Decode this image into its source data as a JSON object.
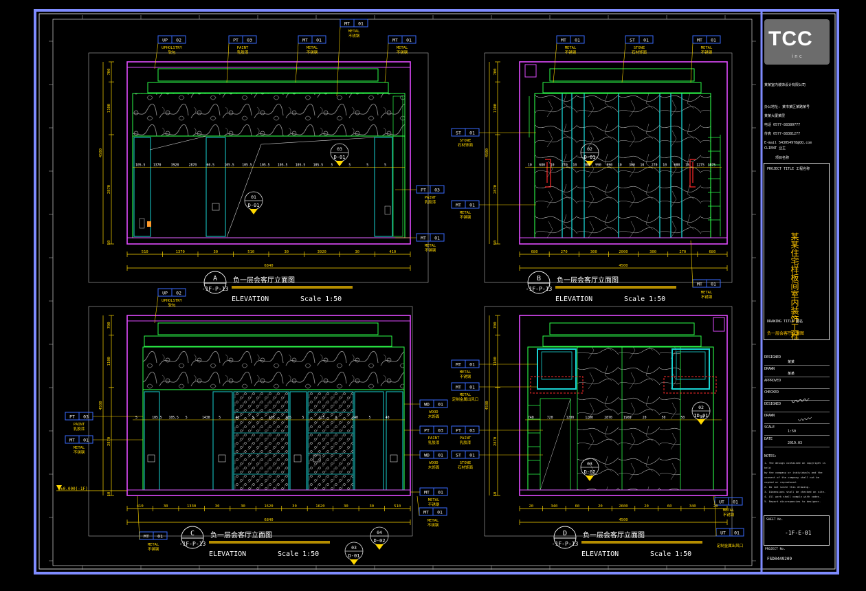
{
  "colors": {
    "background": "#000000",
    "outer_frame": "#7f8cff",
    "sheet_border": "#ffffff",
    "ceiling_magenta": "#e14bff",
    "panel_green": "#2cff4a",
    "panel_cyan": "#19d3d3",
    "dimension_yellow": "#ffd800",
    "tag_blue": "#3a6bff",
    "red_fixture": "#ff2a2a"
  },
  "logo": {
    "text": "TCC",
    "sub": "i  n  c"
  },
  "title_block": {
    "company_line": "某某室内装饰设计有限公司",
    "info_lines": [
      "办公地址: 某市某区某路某号",
      "某某大厦某层",
      "电话 0577-88380777",
      "传真 0577-88381277",
      "E-mail 543054978@QQ.com"
    ],
    "client_label": "CLIENT",
    "client_value": "业主",
    "client_sub": "项目名称",
    "project_title_label": "PROJECT TITLE",
    "project_title_sub": "工程名称",
    "project_name": "某某住宅样板间室内装饰工程",
    "drawing_title_label": "DRAWING TITLE",
    "drawing_title_sub": "图名",
    "drawing_title": "负一层会客厅立面图",
    "rows": [
      {
        "label": "DESIGNED",
        "value": "某某"
      },
      {
        "label": "DRAWN",
        "value": "某某"
      },
      {
        "label": "APPROVED",
        "value": ""
      },
      {
        "label": "CHECKED",
        "value": ""
      },
      {
        "label": "DESIGNED",
        "value": ""
      },
      {
        "label": "DRAWN",
        "value": ""
      },
      {
        "label": "SCALE",
        "value": "1:50"
      },
      {
        "label": "DATE",
        "value": "2019.03"
      }
    ],
    "notes_label": "NOTES:",
    "notes": [
      "1. The design contained on copyright is held",
      "by the company or individuals and the",
      "consent of the company shall not be",
      "copied or reproduced.",
      "2. Do not scale this drawing.",
      "3. Dimensions shall be checked on site.",
      "4. All work shall comply with codes.",
      "5. Report discrepancies to designer."
    ],
    "sheet_no_label": "SHEET No.",
    "sheet_no": "-1F-E-01",
    "project_no_label": "PROJECT No.",
    "project_no": "FSD0449209"
  },
  "tags": [
    {
      "code": "UP",
      "num": "02",
      "en": "UPHOLSTRY",
      "cn": "软包"
    },
    {
      "code": "PT",
      "num": "03",
      "en": "PAINT",
      "cn": "乳胶漆"
    },
    {
      "code": "MT",
      "num": "01",
      "en": "METAL",
      "cn": "不锈钢"
    },
    {
      "code": "MT",
      "num": "01",
      "en": "METAL",
      "cn": "不锈钢"
    },
    {
      "code": "MT",
      "num": "01",
      "en": "METAL",
      "cn": "不锈钢"
    },
    {
      "code": "PT",
      "num": "03",
      "en": "PAINT",
      "cn": "乳胶漆"
    },
    {
      "code": "MT",
      "num": "01",
      "en": "METAL",
      "cn": "不锈钢"
    },
    {
      "code": "MT",
      "num": "01",
      "en": "METAL",
      "cn": "不锈钢"
    },
    {
      "code": "ST",
      "num": "01",
      "en": "STONE",
      "cn": "石材饰面"
    },
    {
      "code": "MT",
      "num": "01",
      "en": "METAL",
      "cn": "不锈钢"
    },
    {
      "code": "ST",
      "num": "01",
      "en": "STONE",
      "cn": "石材饰面"
    },
    {
      "code": "MT",
      "num": "01",
      "en": "METAL",
      "cn": "不锈钢"
    },
    {
      "code": "MT",
      "num": "01",
      "en": "METAL",
      "cn": "不锈钢"
    },
    {
      "code": "UP",
      "num": "02",
      "en": "UPHOLSTRY",
      "cn": "软包"
    },
    {
      "code": "PT",
      "num": "03",
      "en": "PAINT",
      "cn": "乳胶漆"
    },
    {
      "code": "MT",
      "num": "01",
      "en": "METAL",
      "cn": "不锈钢"
    },
    {
      "code": "WD",
      "num": "01",
      "en": "WOOD",
      "cn": "木饰面"
    },
    {
      "code": "PT",
      "num": "03",
      "en": "PAINT",
      "cn": "乳胶漆"
    },
    {
      "code": "WD",
      "num": "01",
      "en": "WOOD",
      "cn": "木饰面"
    },
    {
      "code": "MT",
      "num": "01",
      "en": "METAL",
      "cn": "不锈钢"
    },
    {
      "code": "MT",
      "num": "01",
      "en": "METAL",
      "cn": "不锈钢"
    },
    {
      "code": "MT",
      "num": "01",
      "en": "METAL",
      "cn": "不锈钢"
    },
    {
      "code": "MT",
      "num": "01",
      "en": "METAL",
      "cn": "定制金属出风口"
    },
    {
      "code": "PT",
      "num": "03",
      "en": "PAINT",
      "cn": "乳胶漆"
    },
    {
      "code": "ST",
      "num": "01",
      "en": "STONE",
      "cn": "石材饰面"
    },
    {
      "code": "UT",
      "num": "01",
      "en": "",
      "cn": "定制金属出风口"
    },
    {
      "code": "MT",
      "num": "01",
      "en": "METAL",
      "cn": "不锈钢"
    },
    {
      "code": "UT",
      "num": "01",
      "en": "METAL",
      "cn": "不锈钢"
    }
  ],
  "section_refs": [
    {
      "top": "01",
      "bottom": "D-01"
    },
    {
      "top": "03",
      "bottom": "D-01"
    },
    {
      "top": "02",
      "bottom": "D-01"
    },
    {
      "top": "03",
      "bottom": "D-01"
    },
    {
      "top": "04",
      "bottom": "D-02"
    },
    {
      "top": "03",
      "bottom": "D-02"
    },
    {
      "top": "02",
      "bottom": "ID-01"
    }
  ],
  "elevations": [
    {
      "letter": "A",
      "ref": "-1F-P-13",
      "title": "负一层会客厅立面图",
      "elev": "ELEVATION",
      "scale": "Scale 1:50",
      "height_dims": [
        "700",
        "1100",
        "4580",
        "2870",
        "50",
        "50"
      ],
      "width_dims": [
        "510",
        "1370",
        "30",
        "510",
        "30",
        "3920",
        "30",
        "410"
      ],
      "width_total": "6840",
      "interior_dims": [
        "105.5",
        "1370",
        "3920",
        "2870",
        "60.5",
        "105.5",
        "105.5",
        "105.5",
        "105.5",
        "105.5",
        "105.5",
        "5",
        "5",
        "5",
        "5"
      ]
    },
    {
      "letter": "B",
      "ref": "-1F-P-13",
      "title": "负一层会客厅立面图",
      "elev": "ELEVATION",
      "scale": "Scale 1:50",
      "height_dims": [
        "700",
        "1100",
        "4500",
        "2870",
        "50",
        "50"
      ],
      "width_dims": [
        "680",
        "270",
        "300",
        "2000",
        "300",
        "270",
        "680"
      ],
      "width_total": "4500",
      "interior_dims": [
        "10",
        "680",
        "10",
        "270",
        "10",
        "300",
        "990",
        "990",
        "10",
        "300",
        "10",
        "270",
        "10",
        "680",
        "10",
        "1275",
        "1875"
      ]
    },
    {
      "letter": "C",
      "ref": "-1F-P-13",
      "title": "负一层会客厅立面图",
      "elev": "ELEVATION",
      "scale": "Scale 1:50",
      "height_dims": [
        "700",
        "1100",
        "4580",
        "2870",
        "50"
      ],
      "width_dims": [
        "410",
        "30",
        "1330",
        "30",
        "30",
        "1620",
        "30",
        "1620",
        "30",
        "30",
        "510"
      ],
      "width_total": "6840",
      "interior_dims": [
        "5",
        "105.5",
        "105.5",
        "5",
        "1430",
        "5",
        "40",
        "5",
        "105",
        "105",
        "5",
        "125",
        "5",
        "240",
        "5",
        "40"
      ],
      "floor_level": "±0.000(-1F)"
    },
    {
      "letter": "D",
      "ref": "-1F-P-13",
      "title": "负一层会客厅立面图",
      "elev": "ELEVATION",
      "scale": "Scale 1:50",
      "height_dims": [
        "700",
        "1100",
        "4580",
        "2870",
        "50"
      ],
      "width_dims": [
        "20",
        "340",
        "60",
        "20",
        "2600",
        "20",
        "60",
        "340",
        "20"
      ],
      "width_total": "4500",
      "interior_dims": [
        "740",
        "720",
        "1200",
        "1200",
        "2870",
        "1900",
        "20",
        "50",
        "50",
        "90"
      ]
    }
  ]
}
